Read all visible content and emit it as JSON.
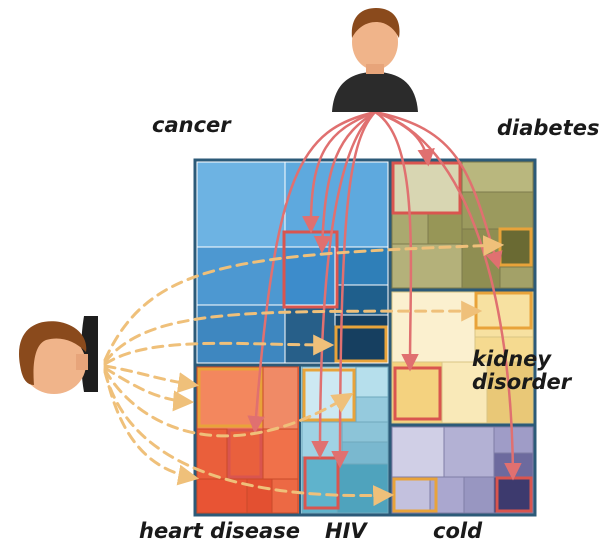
{
  "diagram": {
    "labels": {
      "cancer": "cancer",
      "diabetes": "diabetes",
      "kidney_disorder_line1": "kidney",
      "kidney_disorder_line2": "disorder",
      "heart_disease": "heart disease",
      "hiv": "HIV",
      "cold": "cold"
    },
    "icons": {
      "top_user": "male-user-icon",
      "left_user": "female-user-icon"
    },
    "colors": {
      "frame": "#2c5a78",
      "solid_arrows": "#e07070",
      "dashed_arrows": "#efc07a",
      "highlight_red": "#d9554f",
      "highlight_orange": "#e8a33a",
      "cancer": "#4f9fd6",
      "diabetes": "#a8a567",
      "kidney_disorder": "#f8e6ad",
      "heart_disease": "#ef6a42",
      "hiv": "#a9d7e6",
      "cold": "#b8b6d8"
    }
  }
}
